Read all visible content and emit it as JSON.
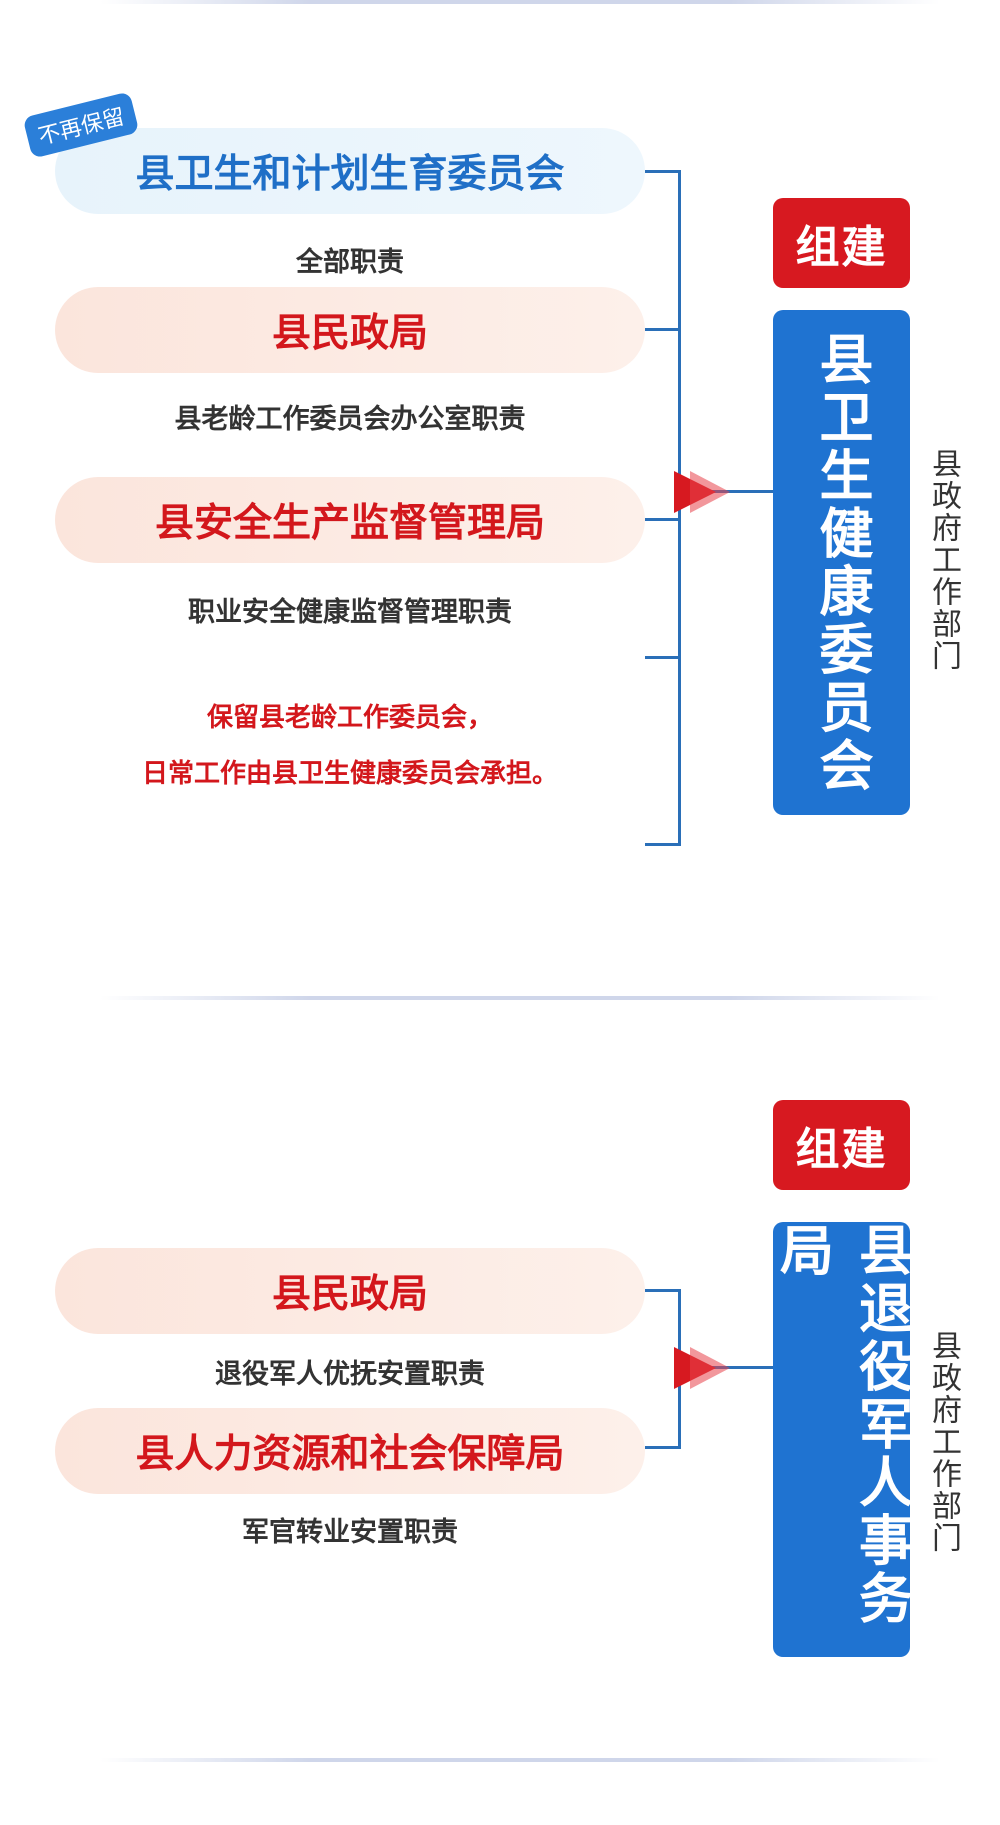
{
  "section1": {
    "badge": "不再保留",
    "source1": "县卫生和计划生育委员会",
    "source1_sub": "全部职责",
    "source2": "县民政局",
    "source2_sub": "县老龄工作委员会办公室职责",
    "source3": "县安全生产监督管理局",
    "source3_sub": "职业安全健康监督管理职责",
    "note_line1": "保留县老龄工作委员会，",
    "note_line2": "日常工作由县卫生健康委员会承担。",
    "action": "组建",
    "target": "县卫生健康委员会",
    "target_type": "县政府工作部门"
  },
  "section2": {
    "source1": "县民政局",
    "source1_sub": "退役军人优抚安置职责",
    "source2": "县人力资源和社会保障局",
    "source2_sub": "军官转业安置职责",
    "action": "组建",
    "target": "县退役军人事务局",
    "target_type": "县政府工作部门"
  },
  "colors": {
    "blue": "#1f73d1",
    "red": "#d71920",
    "bracket": "#2a6fb8"
  }
}
